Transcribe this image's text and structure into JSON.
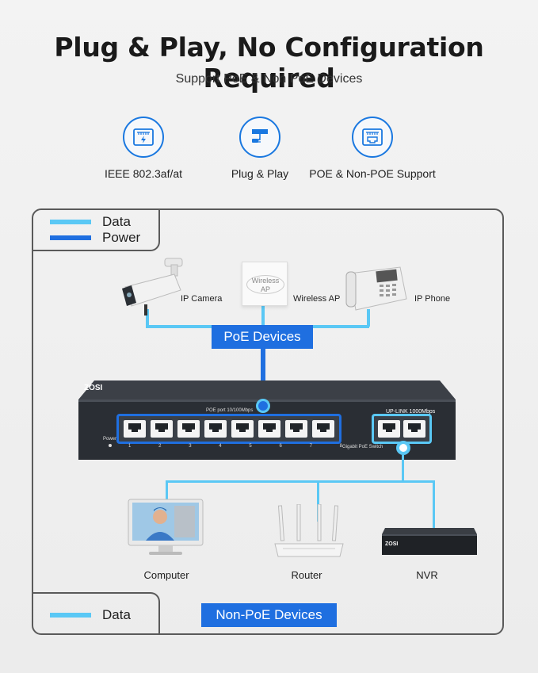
{
  "header": {
    "title": "Plug & Play, No Configuration Required",
    "subtitle": "Support PoE & Non PoE Devices"
  },
  "features": [
    {
      "icon": "ethernet-port-bolt-icon",
      "label": "IEEE 802.3af/at"
    },
    {
      "icon": "plug-icon",
      "label": "Plug & Play"
    },
    {
      "icon": "ethernet-port-icon",
      "label": "POE & Non-POE Support"
    }
  ],
  "legend_top": {
    "data_label": "Data",
    "power_label": "Power",
    "data_color": "#5ac8f5",
    "power_color": "#1f6fe0"
  },
  "legend_bottom": {
    "data_label": "Data"
  },
  "poe_devices": {
    "badge": "PoE Devices",
    "items": [
      {
        "label": "IP Camera"
      },
      {
        "label": "Wireless AP",
        "device_text": "Wireless AP"
      },
      {
        "label": "IP Phone"
      }
    ]
  },
  "switch": {
    "brand": "ZOSI",
    "port_caption": "POE port 10/100Mbps",
    "uplink_caption": "UP-LINK 1000Mbps",
    "power_text": "Power",
    "model_text": "Gigabit PoE Switch",
    "port_numbers": [
      "1",
      "2",
      "3",
      "4",
      "5",
      "6",
      "7",
      "8"
    ]
  },
  "non_poe_devices": {
    "badge": "Non-PoE Devices",
    "items": [
      {
        "label": "Computer"
      },
      {
        "label": "Router"
      },
      {
        "label": "NVR",
        "brand": "ZOSI"
      }
    ]
  }
}
